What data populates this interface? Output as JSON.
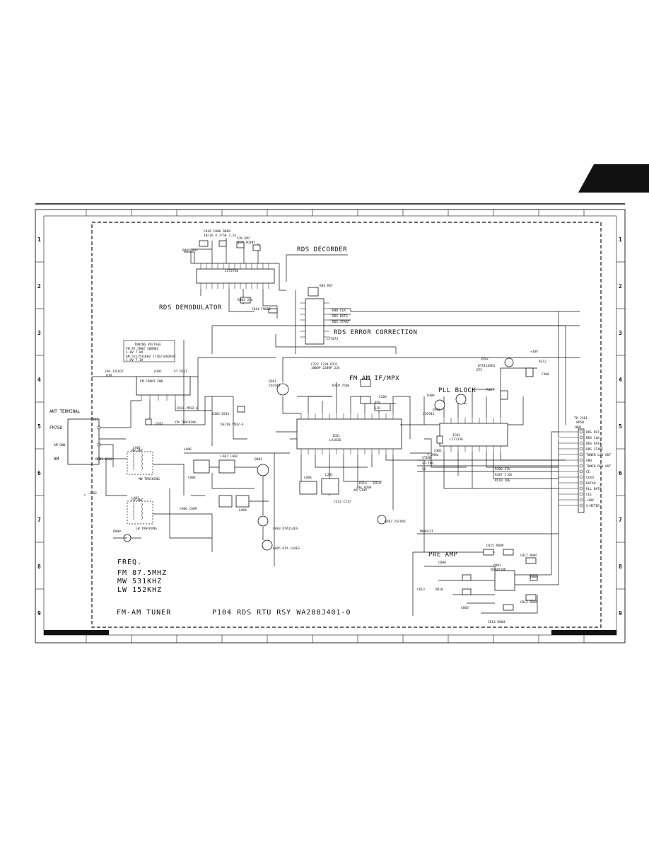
{
  "sheet": {
    "row_labels": [
      "1",
      "2",
      "3",
      "4",
      "5",
      "6",
      "7",
      "8",
      "9"
    ],
    "title_left": "FM-AM TUNER",
    "title_right": "P104   RDS RTU RSY  WA288J401-0"
  },
  "blocks": {
    "rds_decoder": "RDS DECORDER",
    "rds_demodulator": "RDS DEMODULATOR",
    "rds_error_correction": "RDS ERROR CORRECTION",
    "fm_am_if_mpx": "FM AM IF/MPX",
    "pll_block": "PLL BLOCK",
    "pre_amp": "PRE AMP",
    "fm_front_end": "FM FRONT END",
    "ant_terminal": "ANT TERMINAL"
  },
  "tuning_voltage": {
    "title": "TUNING VOLTAGE",
    "rows": [
      "FM    87.5MHZ    108MHZ",
      "         1.8V      7.8V",
      "AM 522/531KHZ  1710/1602KHZ",
      "         1.8V      7.1V"
    ]
  },
  "antenna": {
    "fm75": "FM75Ω",
    "am_gnd": "AM GND",
    "am": "AM"
  },
  "freq": {
    "title": "FREQ.",
    "lines": [
      "FM 87.5MHZ",
      "MW  531KHZ",
      "LW  152KHZ"
    ]
  },
  "tracking": {
    "mw": "MW TRACKING",
    "lw": "LW TRACKING",
    "fm": "FM TRACKING"
  },
  "connector": {
    "ref": "J801",
    "to": "TO J101",
    "part": "8P5W",
    "pins": [
      "RDS RST",
      "RDS CLK",
      "RDS DATA",
      "RDS START",
      "TUNER LCH OUT",
      "GND",
      "TUNER RCH OUT",
      "CE",
      "CLKO",
      "DATAO",
      "PLL DATA",
      "CE1",
      "+10V",
      "S-METER"
    ]
  },
  "ics": {
    "rds_dec": "LC72720",
    "rds_err": "LC7073",
    "if_mpx": "LA1836",
    "pll": "LC72136",
    "preamp": "NJM4558D"
  },
  "notes": {
    "test_point": "TEST POINT",
    "am_stop": "AM STOP",
    "mono_st": "MONO/ST",
    "sting": "STING",
    "st_ind": "ST-IND",
    "sd": "SD"
  }
}
